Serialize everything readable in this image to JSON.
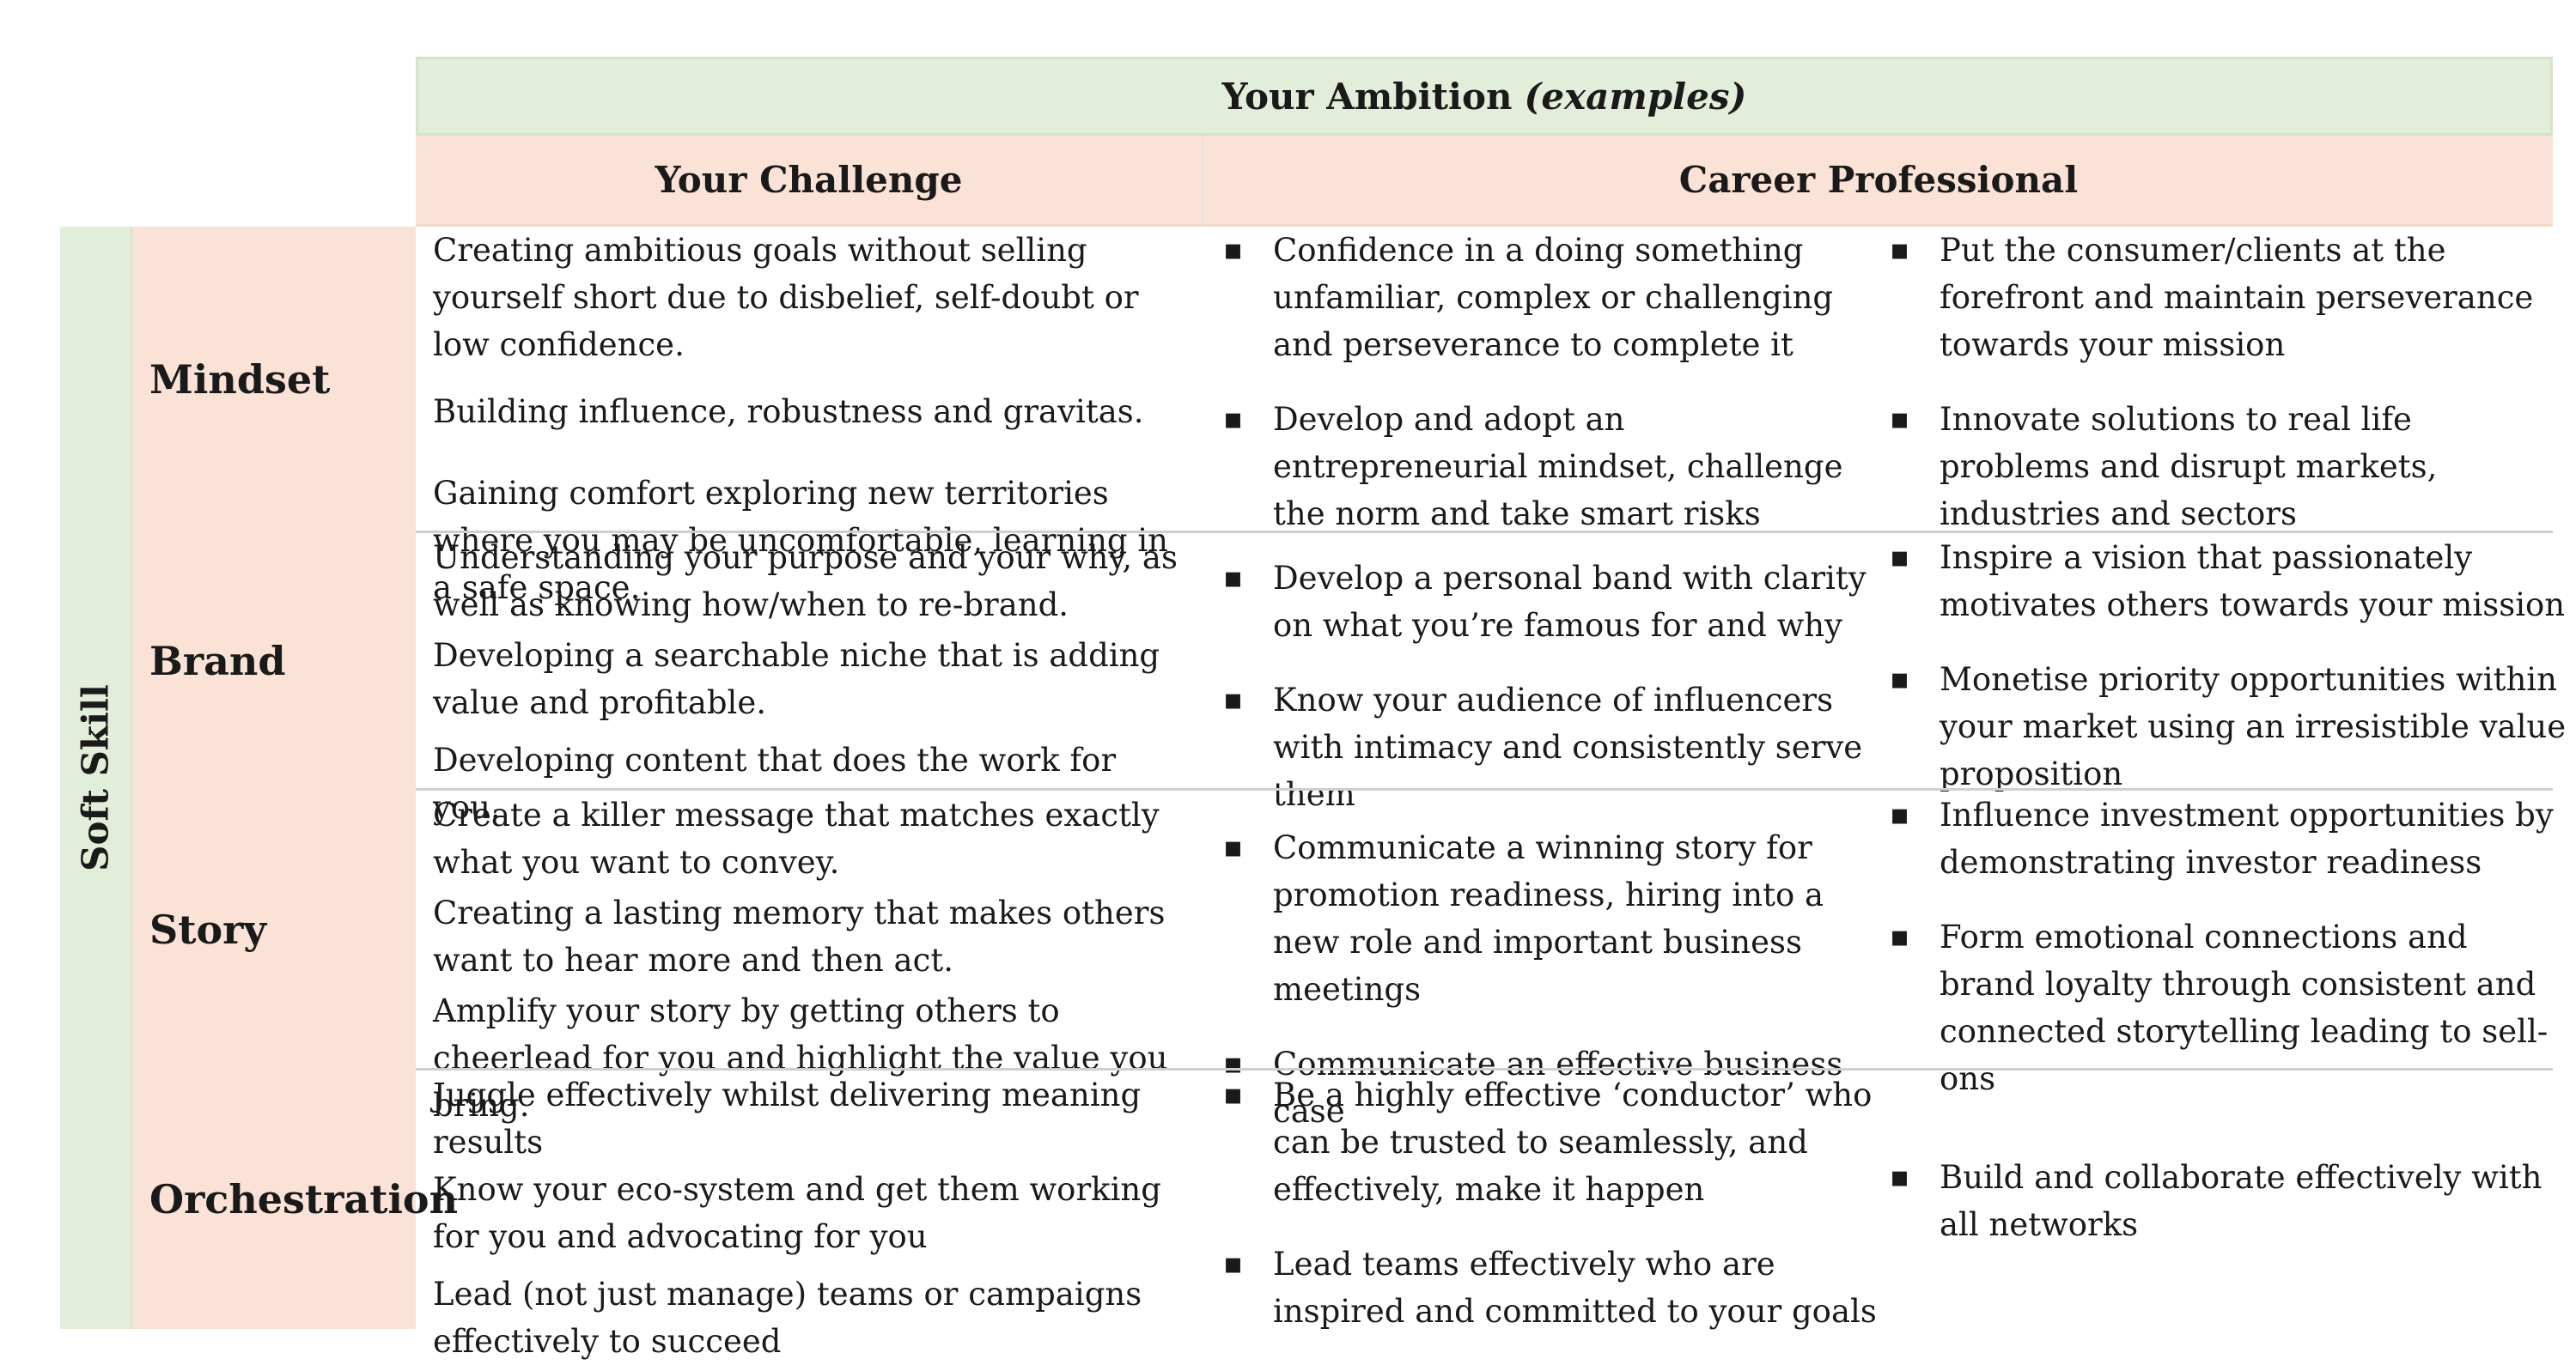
{
  "header": {
    "ambition": "Your Ambition",
    "ambition_examples": "(examples)",
    "challenge": "Your Challenge",
    "career": "Career Professional"
  },
  "side_label": "Soft Skill",
  "rows": [
    {
      "skill": "Mindset",
      "challenges": [
        "Creating ambitious goals without selling yourself short due to disbelief, self-doubt or low confidence.",
        "Building influence, robustness and gravitas.",
        "Gaining comfort exploring new territories where you may be uncomfortable, learning in a safe space."
      ],
      "col1": [
        "Confidence in a doing something unfamiliar, complex or challenging and perseverance to complete it",
        "Develop and adopt an entrepreneurial mindset, challenge the norm and take smart risks"
      ],
      "col2": [
        "Put the consumer/clients at the forefront and maintain perseverance towards your mission",
        "Innovate solutions to real life problems and disrupt markets, industries and sectors"
      ]
    },
    {
      "skill": "Brand",
      "challenges": [
        "Understanding your purpose and your why, as well as knowing how/when to re-brand.",
        "Developing a searchable niche that is adding value and profitable.",
        "Developing content that does the work for you."
      ],
      "col1": [
        "Develop a personal band with clarity on what you’re famous for and why",
        "Know your audience of influencers with intimacy and consistently serve them"
      ],
      "col2": [
        "Inspire a vision that passionately motivates others towards your mission",
        "Monetise priority opportunities within your market using an irresistible value proposition"
      ]
    },
    {
      "skill": "Story",
      "challenges": [
        "Create a killer message that matches exactly what you want to convey.",
        "Creating a lasting memory that makes others want to hear more and then act.",
        "Amplify your story by getting others to cheerlead for you and highlight the value you bring."
      ],
      "col1": [
        "Communicate a winning story for promotion readiness, hiring into a new role and important business meetings",
        "Communicate an effective business case"
      ],
      "col2": [
        "Influence investment opportunities by demonstrating investor readiness",
        "Form emotional connections and brand loyalty through consistent and connected storytelling leading to sell-ons"
      ]
    },
    {
      "skill": "Orchestration",
      "challenges": [
        "Juggle effectively whilst delivering meaning results",
        "Know your eco-system and get them working for you and advocating for you",
        "Lead (not just manage) teams or campaigns effectively to succeed"
      ],
      "col1": [
        "Be a highly effective ‘conductor’ who can be trusted to seamlessly, and effectively, make it happen",
        "Lead teams effectively who are inspired and committed to your goals"
      ],
      "col2": [
        "Build and collaborate effectively with all networks"
      ]
    }
  ]
}
